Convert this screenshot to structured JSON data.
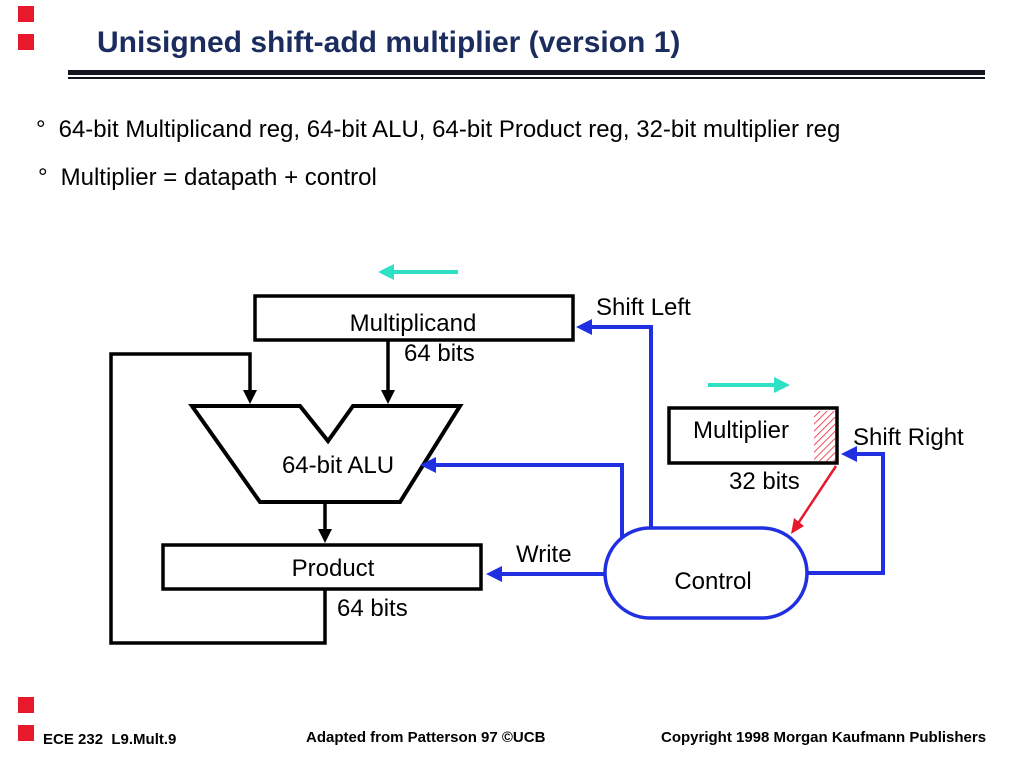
{
  "slide": {
    "title": "Unisigned shift-add multiplier (version 1)",
    "bullet_symbol": "°",
    "bullets": [
      "64-bit Multiplicand reg, 64-bit ALU, 64-bit Product reg, 32-bit multiplier reg",
      "Multiplier = datapath + control"
    ]
  },
  "diagram": {
    "multiplicand": {
      "label": "Multiplicand",
      "bits": "64 bits"
    },
    "alu": {
      "label": "64-bit ALU"
    },
    "multiplier": {
      "label": "Multiplier",
      "bits": "32 bits"
    },
    "product": {
      "label": "Product",
      "bits": "64 bits"
    },
    "signals": {
      "shift_left": "Shift Left",
      "shift_right": "Shift Right",
      "write": "Write",
      "control": "Control"
    }
  },
  "footer": {
    "left": "ECE 232  L9.Mult.9",
    "center": "Adapted from Patterson 97 ©UCB",
    "right": "Copyright 1998 Morgan Kaufmann Publishers"
  },
  "colors": {
    "title_navy": "#1b2c5e",
    "wire_blue": "#2030e0",
    "arrow_cyan": "#2de0c6",
    "accent_red": "#e8192d",
    "line_black": "#000000"
  }
}
